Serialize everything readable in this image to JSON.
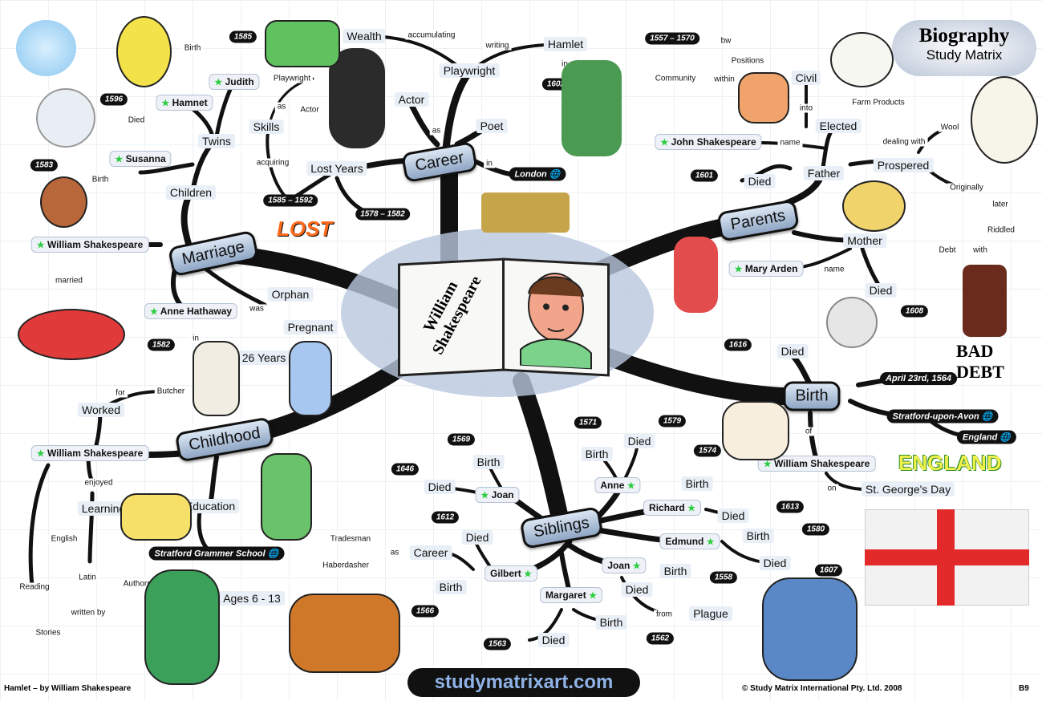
{
  "title": {
    "main": "Biography",
    "sub": "Study Matrix"
  },
  "center": {
    "title": "William Shakespeare"
  },
  "branches": {
    "career": "Career",
    "parents": "Parents",
    "marriage": "Marriage",
    "childhood": "Childhood",
    "siblings": "Siblings",
    "birth": "Birth"
  },
  "career": {
    "playwright": "Playwright",
    "writing": "writing",
    "hamlet": "Hamlet",
    "in": "in",
    "year_1602": "1602",
    "accumulating": "accumulating",
    "wealth": "Wealth",
    "actor": "Actor",
    "as": "as",
    "poet": "Poet",
    "in_london": "in",
    "london": "London",
    "lost_years": "Lost Years",
    "years_1585_1592": "1585 – 1592",
    "years_1578_1582": "1578 – 1582",
    "lost": "LOST",
    "skills": "Skills",
    "skill_playwright": "Playwright",
    "skill_as": "as",
    "skill_actor": "Actor",
    "acquiring": "acquiring"
  },
  "parents": {
    "father": "Father",
    "elected": "Elected",
    "into": "into",
    "civil": "Civil",
    "positions": "Positions",
    "bw": "bw",
    "years_1557_1570": "1557 – 1570",
    "within": "within",
    "community": "Community",
    "name": "name",
    "john": "John Shakespeare",
    "died": "Died",
    "year_1601": "1601",
    "prospered": "Prospered",
    "dealing_with": "dealing with",
    "wool": "Wool",
    "farm_products": "Farm Products",
    "originally": "Originally",
    "later": "later",
    "riddled": "Riddled",
    "with": "with",
    "debt": "Debt",
    "bad_debt": "BAD DEBT",
    "mother": "Mother",
    "mother_name": "name",
    "mary": "Mary Arden",
    "mother_died": "Died",
    "year_1608": "1608"
  },
  "birth": {
    "died": "Died",
    "year_1616": "1616",
    "date": "April 23rd, 1564",
    "stratford": "Stratford-upon-Avon",
    "england": "England",
    "of": "of",
    "william": "William Shakespeare",
    "on": "on",
    "st_george": "St. George's Day",
    "england_art": "ENGLAND"
  },
  "marriage": {
    "children": "Children",
    "twins": "Twins",
    "judith": "Judith",
    "hamnet": "Hamnet",
    "birth": "Birth",
    "year_1585": "1585",
    "died": "Died",
    "year_1596": "1596",
    "susanna": "Susanna",
    "susanna_birth": "Birth",
    "year_1583": "1583",
    "william": "William Shakespeare",
    "married": "married",
    "anne": "Anne Hathaway",
    "was": "was",
    "orphan": "Orphan",
    "pregnant": "Pregnant",
    "years26": "26 Years",
    "in": "in",
    "year_1582": "1582"
  },
  "childhood": {
    "william": "William Shakespeare",
    "worked": "Worked",
    "for": "for",
    "butcher": "Butcher",
    "enjoyed": "enjoyed",
    "learning": "Learning",
    "english": "English",
    "latin": "Latin",
    "authors": "Authors",
    "reading": "Reading",
    "written_by": "written by",
    "stories": "Stories",
    "education": "Education",
    "school": "Stratford Grammer School",
    "ages": "Ages 6 - 13"
  },
  "siblings": {
    "joan1": "Joan",
    "joan1_birth": "Birth",
    "year_1569": "1569",
    "joan1_died": "Died",
    "year_1646": "1646",
    "anne": "Anne",
    "anne_birth": "Birth",
    "year_1571": "1571",
    "anne_died": "Died",
    "year_1579": "1579",
    "richard": "Richard",
    "richard_birth": "Birth",
    "year_1574": "1574",
    "richard_died": "Died",
    "year_1613": "1613",
    "edmund": "Edmund",
    "edmund_birth": "Birth",
    "year_1580": "1580",
    "edmund_died": "Died",
    "year_1607": "1607",
    "joan2": "Joan",
    "joan2_birth": "Birth",
    "year_1558": "1558",
    "joan2_died": "Died",
    "from": "from",
    "plague": "Plague",
    "gilbert": "Gilbert",
    "gilbert_died": "Died",
    "year_1612": "1612",
    "career": "Career",
    "as": "as",
    "tradesman": "Tradesman",
    "haberdasher": "Haberdasher",
    "gilbert_birth": "Birth",
    "year_1566": "1566",
    "margaret": "Margaret",
    "margaret_birth": "Birth",
    "year_1562": "1562",
    "margaret_died": "Died",
    "year_1563": "1563"
  },
  "footer": {
    "left": "Hamlet – by William Shakespeare",
    "right": "© Study Matrix International Pty. Ltd. 2008",
    "code": "B9",
    "website": "studymatrixart.com"
  },
  "colors": {
    "branch_fill": "#8ea6c4",
    "line": "#111111",
    "star": "#2ecc40",
    "lost": "#ff6a1a"
  },
  "icons": [
    "clock-icon",
    "globe-icon",
    "star-icon",
    "book-icon"
  ]
}
